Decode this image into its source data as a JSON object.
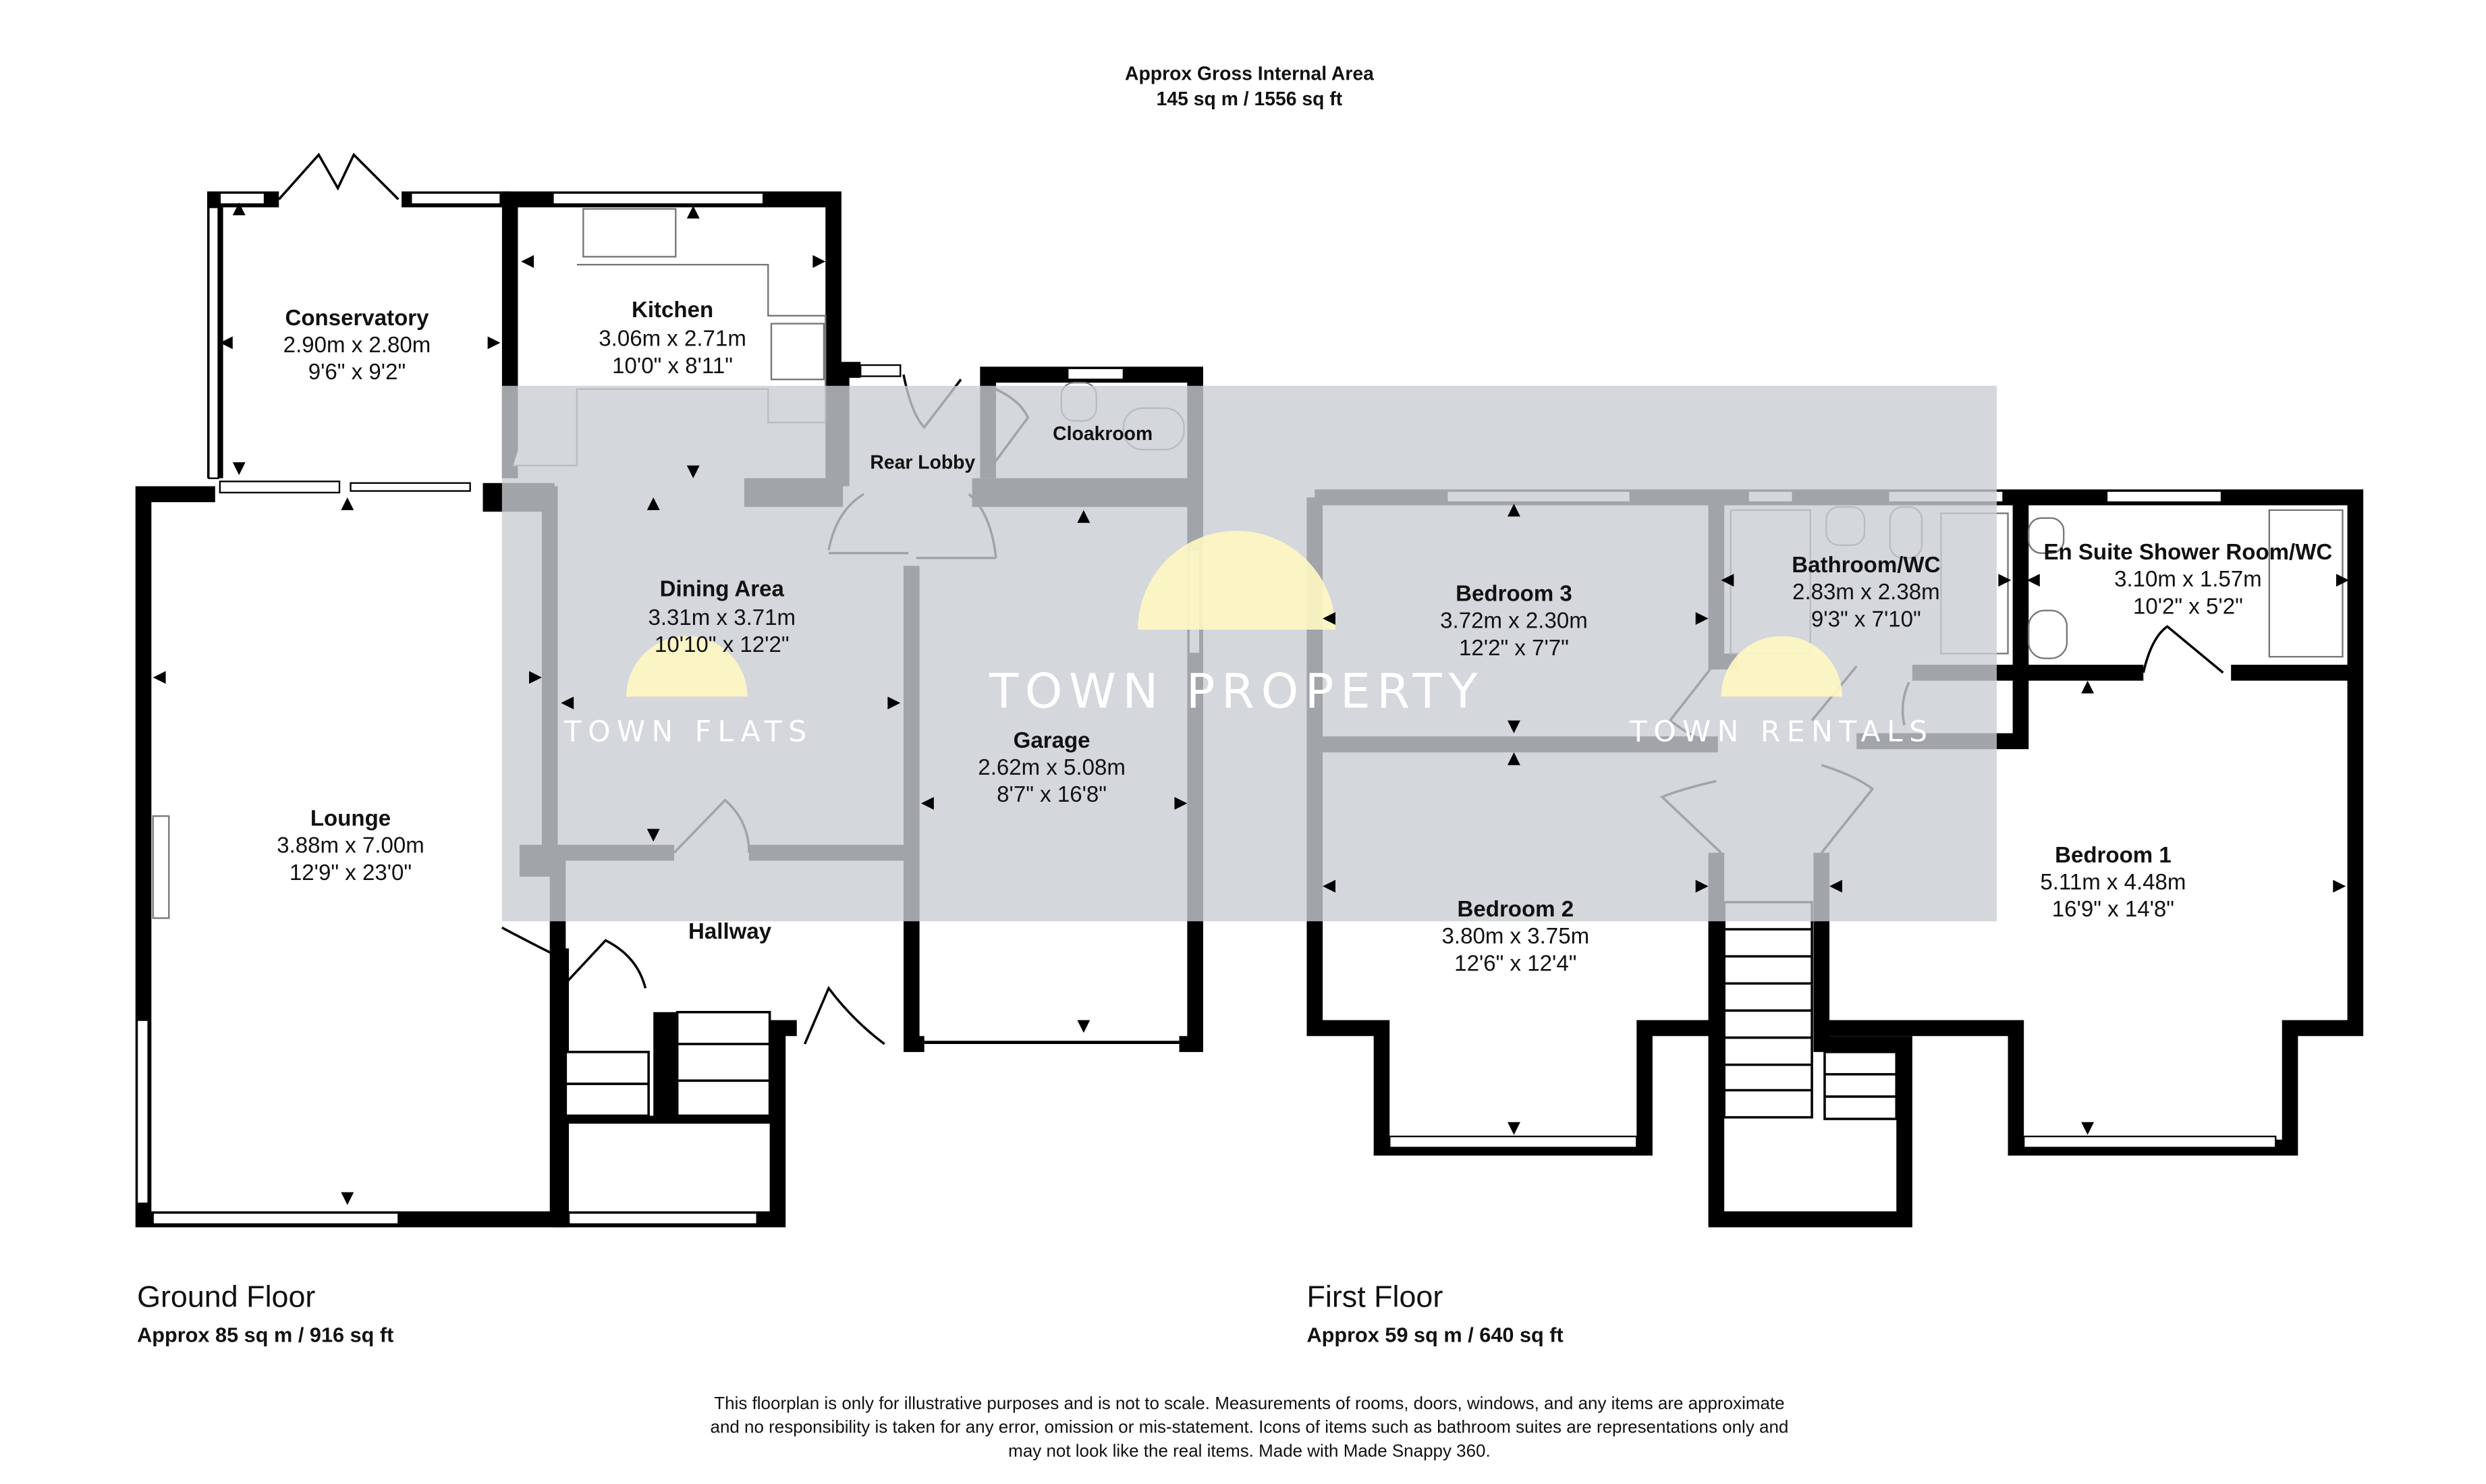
{
  "header": {
    "title": "Approx Gross Internal Area",
    "area": "145 sq m / 1556 sq ft"
  },
  "watermark": {
    "left": "TOWN FLATS",
    "center": "TOWN PROPERTY",
    "right": "TOWN RENTALS",
    "overlay_color": "#c9cdd2",
    "logo_color": "#fff7c2"
  },
  "ground_floor": {
    "title": "Ground Floor",
    "area": "Approx 85 sq m / 916 sq ft",
    "rooms": [
      {
        "name": "Conservatory",
        "metric": "2.90m x 2.80m",
        "imperial": "9'6\" x 9'2\""
      },
      {
        "name": "Kitchen",
        "metric": "3.06m x 2.71m",
        "imperial": "10'0\" x 8'11\""
      },
      {
        "name": "Rear Lobby"
      },
      {
        "name": "Cloakroom"
      },
      {
        "name": "Dining Area",
        "metric": "3.31m x 3.71m",
        "imperial": "10'10\" x 12'2\""
      },
      {
        "name": "Garage",
        "metric": "2.62m x 5.08m",
        "imperial": "8'7\" x 16'8\""
      },
      {
        "name": "Lounge",
        "metric": "3.88m x 7.00m",
        "imperial": "12'9\" x 23'0\""
      },
      {
        "name": "Hallway"
      }
    ]
  },
  "first_floor": {
    "title": "First Floor",
    "area": "Approx 59 sq m / 640 sq ft",
    "rooms": [
      {
        "name": "Bedroom 3",
        "metric": "3.72m x 2.30m",
        "imperial": "12'2\" x 7'7\""
      },
      {
        "name": "Bathroom/WC",
        "metric": "2.83m x 2.38m",
        "imperial": "9'3\" x 7'10\""
      },
      {
        "name": "En Suite Shower Room/WC",
        "metric": "3.10m x 1.57m",
        "imperial": "10'2\" x 5'2\""
      },
      {
        "name": "Bedroom 2",
        "metric": "3.80m x 3.75m",
        "imperial": "12'6\" x 12'4\""
      },
      {
        "name": "Bedroom 1",
        "metric": "5.11m x 4.48m",
        "imperial": "16'9\" x 14'8\""
      }
    ]
  },
  "disclaimer": [
    "This floorplan is only for illustrative purposes and is not to scale. Measurements of rooms, doors, windows, and any items are approximate",
    "and no responsibility is taken for any error, omission or mis-statement. Icons of items such as bathroom suites are representations only and",
    "may not look like the real items. Made with Made Snappy 360."
  ]
}
